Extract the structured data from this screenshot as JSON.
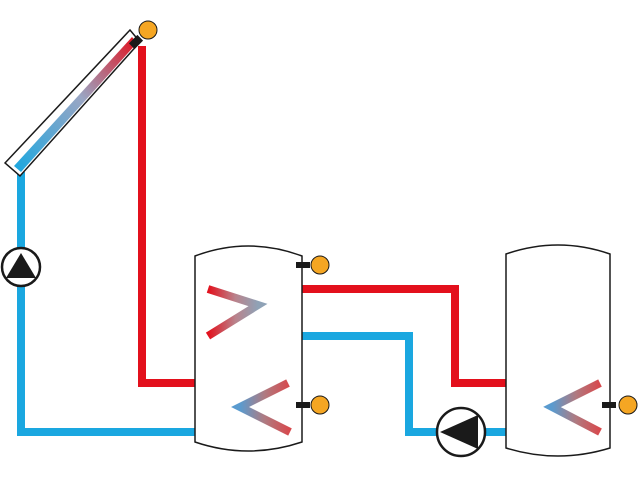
{
  "colors": {
    "hot": "#e3101c",
    "cold": "#1aa7e0",
    "sensor": "#f5a623",
    "outline": "#1a1a1a",
    "background": "#ffffff"
  },
  "components": {
    "collector": {
      "icon": "solar-collector-icon"
    },
    "pumps": [
      {
        "icon": "pump-icon",
        "direction": "up"
      },
      {
        "icon": "pump-icon",
        "direction": "left"
      }
    ],
    "tanks": [
      {
        "icon": "storage-tank-icon",
        "coil_count": 2
      },
      {
        "icon": "storage-tank-icon",
        "coil_count": 1
      }
    ],
    "sensors": [
      {
        "icon": "temperature-sensor-icon"
      },
      {
        "icon": "temperature-sensor-icon"
      },
      {
        "icon": "temperature-sensor-icon"
      },
      {
        "icon": "temperature-sensor-icon"
      }
    ]
  }
}
